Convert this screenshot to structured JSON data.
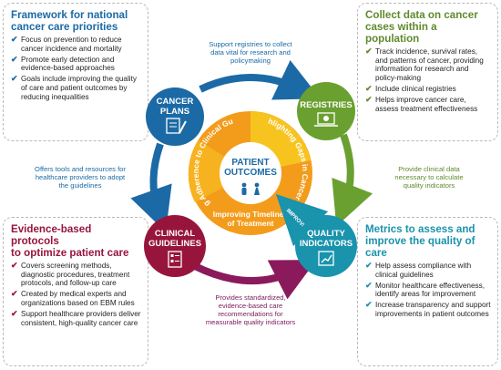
{
  "panels": {
    "national": {
      "title_1": "Framework for national",
      "title_2": "cancer care priorities",
      "items": [
        "Focus on prevention to reduce cancer incidence and mortality",
        "Promote early detection and evidence-based approaches",
        "Goals include improving the quality of care and patient outcomes by reducing inequalities"
      ]
    },
    "collect": {
      "title_1": "Collect data on cancer",
      "title_2": "cases within a population",
      "items": [
        "Track incidence, survival rates, and patterns of cancer, providing information for research and policy-making",
        "Include clinical registries",
        "Helps improve cancer care, assess treatment effectiveness"
      ]
    },
    "evidence": {
      "title_1": "Evidence-based protocols",
      "title_2": "to optimize patient care",
      "items": [
        "Covers screening methods, diagnostic procedures, treatment protocols, and follow-up care",
        "Created by medical experts and organizations based on EBM rules",
        "Support healthcare providers deliver consistent, high-quality cancer care"
      ]
    },
    "metrics": {
      "title_1": "Metrics to assess and",
      "title_2": "improve the quality of care",
      "items": [
        "Help assess compliance with clinical guidelines",
        "Monitor healthcare effectiveness, identify areas for improvement",
        "Increase transparency and support improvements in patient outcomes"
      ]
    }
  },
  "notes": {
    "top": [
      "Support registries to collect",
      "data vital for research and",
      "policymaking"
    ],
    "left": [
      "Offers  tools and resources for",
      "healthcare providers to adopt",
      "the guidelines"
    ],
    "right": [
      "Provide clinical data",
      "necessary to calculate",
      "quality indicators"
    ],
    "bottom": [
      "Provides standardized,",
      "evidence-based care",
      "recommendations for",
      "measurable quality indicators"
    ]
  },
  "nodes": {
    "cancer_plans": [
      "CANCER",
      "PLANS"
    ],
    "registries": [
      "REGISTRIES"
    ],
    "clinical_guidelines": [
      "CLINICAL",
      "GUIDELINES"
    ],
    "quality_indicators": [
      "QUALITY",
      "INDICATORS"
    ]
  },
  "center": {
    "title": [
      "PATIENT",
      "OUTCOMES"
    ],
    "segment_left": "Ensuring Adherence to Clinical Guidelines",
    "segment_right": "Highlighting Gaps in Cancer Care",
    "segment_bottom": [
      "Improving Timelines",
      "of Treatment"
    ],
    "arrow_label": "IMPROVEMENT"
  },
  "icons": {
    "cancer_plans": "document-pen-icon",
    "registries": "laptop-share-icon",
    "clinical_guidelines": "checklist-icon",
    "quality_indicators": "trend-chart-icon",
    "center": "patients-icon",
    "bullets": "checkmark-icon"
  },
  "colors": {
    "blue": "#1b6aa5",
    "green": "#5f8a2d",
    "red": "#97153d",
    "teal": "#1a93ad",
    "purple": "#7a1a5a",
    "orange": "#f39c1c",
    "yellow": "#f7c41f"
  }
}
